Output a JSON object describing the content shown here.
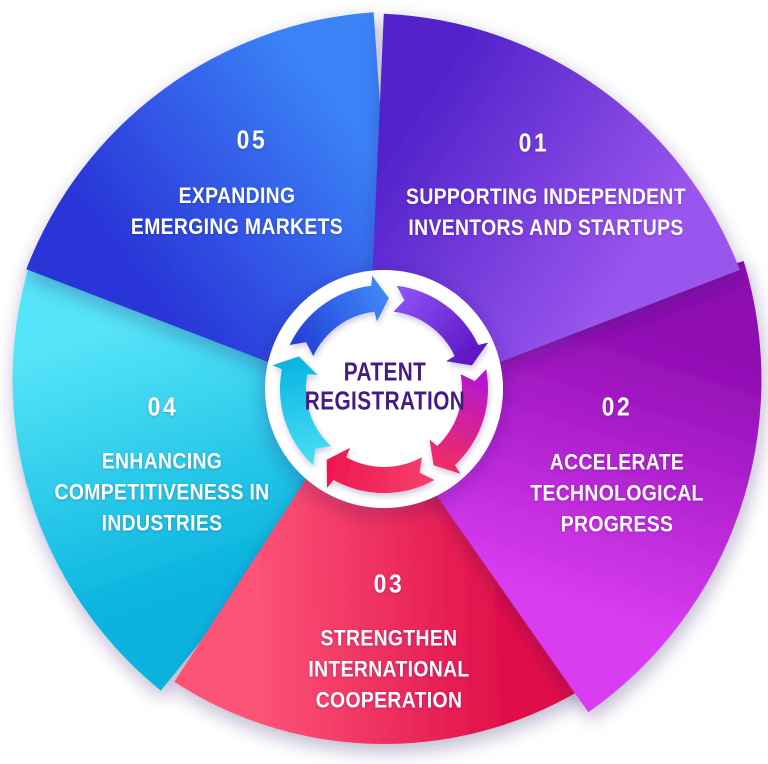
{
  "background_color": "#ffffff",
  "hub": {
    "title_line1": "PATENT",
    "title_line2": "REGISTRATION",
    "text_color": "#451c82",
    "circle_color": "#ffffff"
  },
  "segments": [
    {
      "number": "01",
      "lines": [
        "SUPPORTING INDEPENDENT",
        "INVENTORS AND STARTUPS"
      ],
      "color_dark": "#5224ca",
      "color_light": "#9a55ee",
      "arrow_color_start": "#8c52f2",
      "arrow_color_end": "#5c13c4",
      "text_color": "#ffffff"
    },
    {
      "number": "02",
      "lines": [
        "ACCELERATE",
        "TECHNOLOGICAL",
        "PROGRESS"
      ],
      "color_dark": "#8f0cb2",
      "color_light": "#d93df2",
      "arrow_color_start": "#b516d4",
      "arrow_color_end": "#ef2d62",
      "text_color": "#ffffff"
    },
    {
      "number": "03",
      "lines": [
        "STRENGTHEN",
        "INTERNATIONAL",
        "COOPERATION"
      ],
      "color_dark": "#e00d48",
      "color_light": "#fc5377",
      "arrow_color_start": "#f63e69",
      "arrow_color_end": "#ee1750",
      "text_color": "#ffffff"
    },
    {
      "number": "04",
      "lines": [
        "ENHANCING",
        "COMPETITIVENESS IN",
        "INDUSTRIES"
      ],
      "color_dark": "#09b3de",
      "color_light": "#55e4f8",
      "arrow_color_start": "#45dcf5",
      "arrow_color_end": "#0ab4e2",
      "text_color": "#ffffff"
    },
    {
      "number": "05",
      "lines": [
        "EXPANDING",
        "EMERGING MARKETS"
      ],
      "color_dark": "#2a35d8",
      "color_light": "#3b82f6",
      "arrow_color_start": "#2340d8",
      "arrow_color_end": "#3e87f8",
      "text_color": "#ffffff"
    }
  ]
}
